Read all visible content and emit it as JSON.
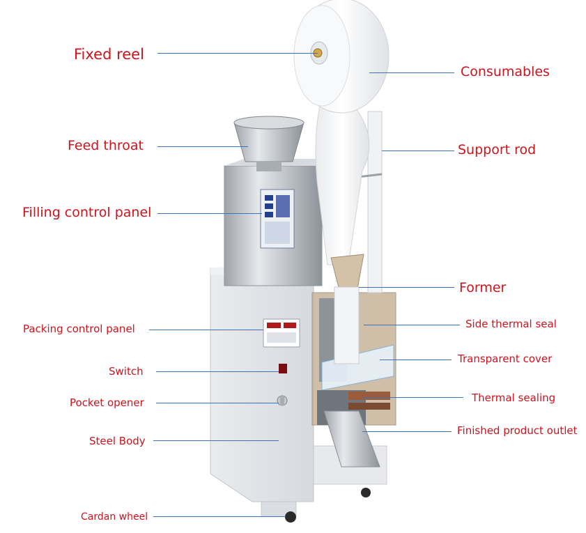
{
  "labels": {
    "fixed_reel": "Fixed reel",
    "consumables": "Consumables",
    "feed_throat": "Feed throat",
    "support_rod": "Support rod",
    "filling_control_panel": "Filling control panel",
    "former": "Former",
    "packing_control_panel": "Packing control panel",
    "side_thermal_seal": "Side thermal seal",
    "transparent_cover": "Transparent cover",
    "switch": "Switch",
    "pocket_opener": "Pocket opener",
    "thermal_sealing": "Thermal sealing",
    "steel_body": "Steel Body",
    "finished_product_outlet": "Finished product outlet",
    "cardan_wheel": "Cardan wheel"
  },
  "colors": {
    "label_text": "#d0121b",
    "leader_line": "#3a73b8",
    "machine_body": "#e4e6ea",
    "stainless": "#bfc3c8",
    "paper_roll": "#f7f8f9"
  }
}
